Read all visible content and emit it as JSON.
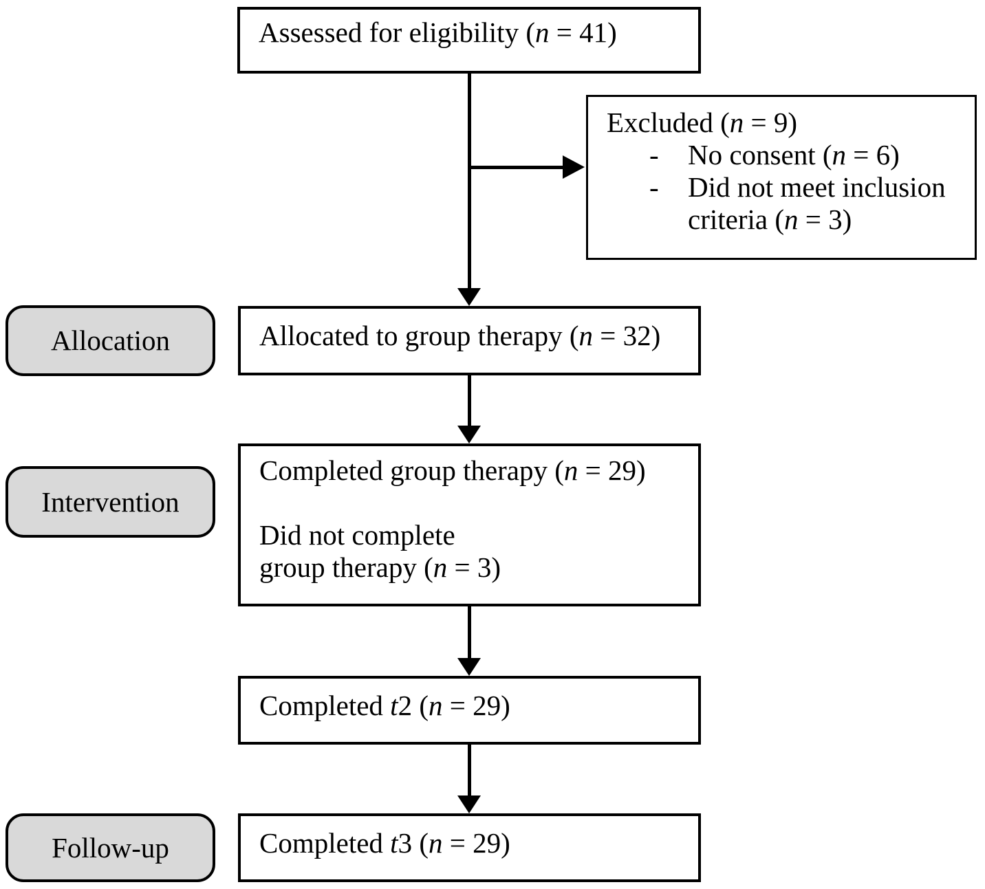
{
  "diagram": {
    "boxes": {
      "assessed": {
        "pre": "Assessed for eligibility (",
        "n": "n",
        "post": " = 41)"
      },
      "excluded": {
        "heading": {
          "pre": "Excluded (",
          "n": "n",
          "post": " = 9)"
        },
        "bullet": "-",
        "items": [
          {
            "pre": "No consent (",
            "n": "n",
            "post": " = 6)"
          },
          {
            "pre": "Did not meet inclusion criteria (",
            "n": "n",
            "post": " = 3)"
          }
        ]
      },
      "allocated": {
        "pre": "Allocated to group therapy (",
        "n": "n",
        "post": " = 32)"
      },
      "intervention": {
        "line1": {
          "pre": "Completed group therapy (",
          "n": "n",
          "post": " = 29)"
        },
        "line2": "Did not complete",
        "line3": {
          "pre": "group therapy (",
          "n": "n",
          "post": " = 3)"
        }
      },
      "t2": {
        "pre": "Completed ",
        "t": "t",
        "mid": "2 (",
        "n": "n",
        "post": " = 29)"
      },
      "t3": {
        "pre": "Completed ",
        "t": "t",
        "mid": "3 (",
        "n": "n",
        "post": " = 29)"
      }
    },
    "stage_labels": [
      "Allocation",
      "Intervention",
      "Follow-up"
    ],
    "colors": {
      "stage_label_fill": "#d9d9d9",
      "border": "#000000",
      "background": "#ffffff"
    }
  }
}
